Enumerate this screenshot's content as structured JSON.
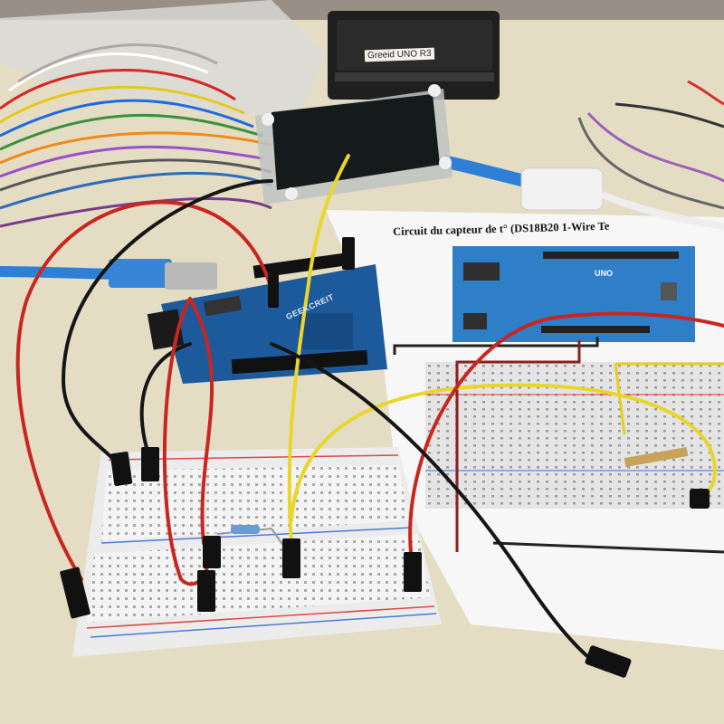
{
  "scene": {
    "poster_title": "Circuit du capteur de t° (DS18B20 1-Wire Te",
    "storage_box_label": "Greeid UNO R3",
    "board_logo": "GEEKCREIT",
    "poster_board_logo": "UNO"
  },
  "colors": {
    "table": "#e4ddc4",
    "arduino_blue": "#1d5a9c",
    "wire_red": "#c8261f",
    "wire_yellow": "#e8d62a",
    "wire_black": "#151515",
    "usb_cable_blue": "#2f7fd6"
  }
}
